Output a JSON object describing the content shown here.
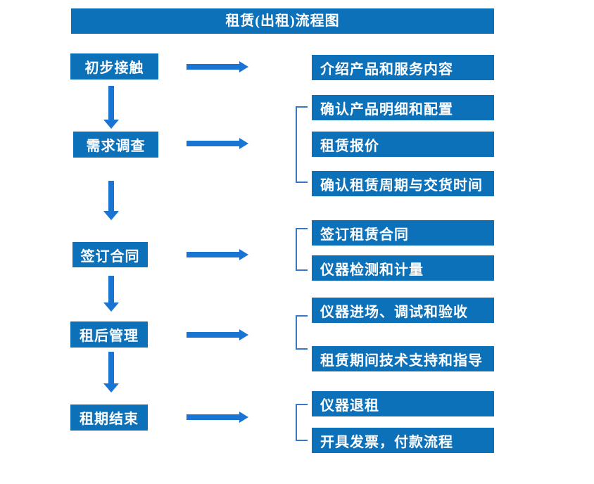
{
  "title": "租赁(出租)流程图",
  "colors": {
    "box_fill": "#0d71ba",
    "arrow": "#1a74d2",
    "bracket": "#3a77c4",
    "text": "#ffffff",
    "background": "#ffffff"
  },
  "steps": [
    {
      "label": "初步接触",
      "details": [
        "介绍产品和服务内容"
      ]
    },
    {
      "label": "需求调查",
      "details": [
        "确认产品明细和配置",
        "租赁报价",
        "确认租赁周期与交货时间"
      ]
    },
    {
      "label": "签订合同",
      "details": [
        "签订租赁合同",
        "仪器检测和计量"
      ]
    },
    {
      "label": "租后管理",
      "details": [
        "仪器进场、调试和验收",
        "租赁期间技术支持和指导"
      ]
    },
    {
      "label": "租期结束",
      "details": [
        "仪器退租",
        "开具发票，付款流程"
      ]
    }
  ]
}
